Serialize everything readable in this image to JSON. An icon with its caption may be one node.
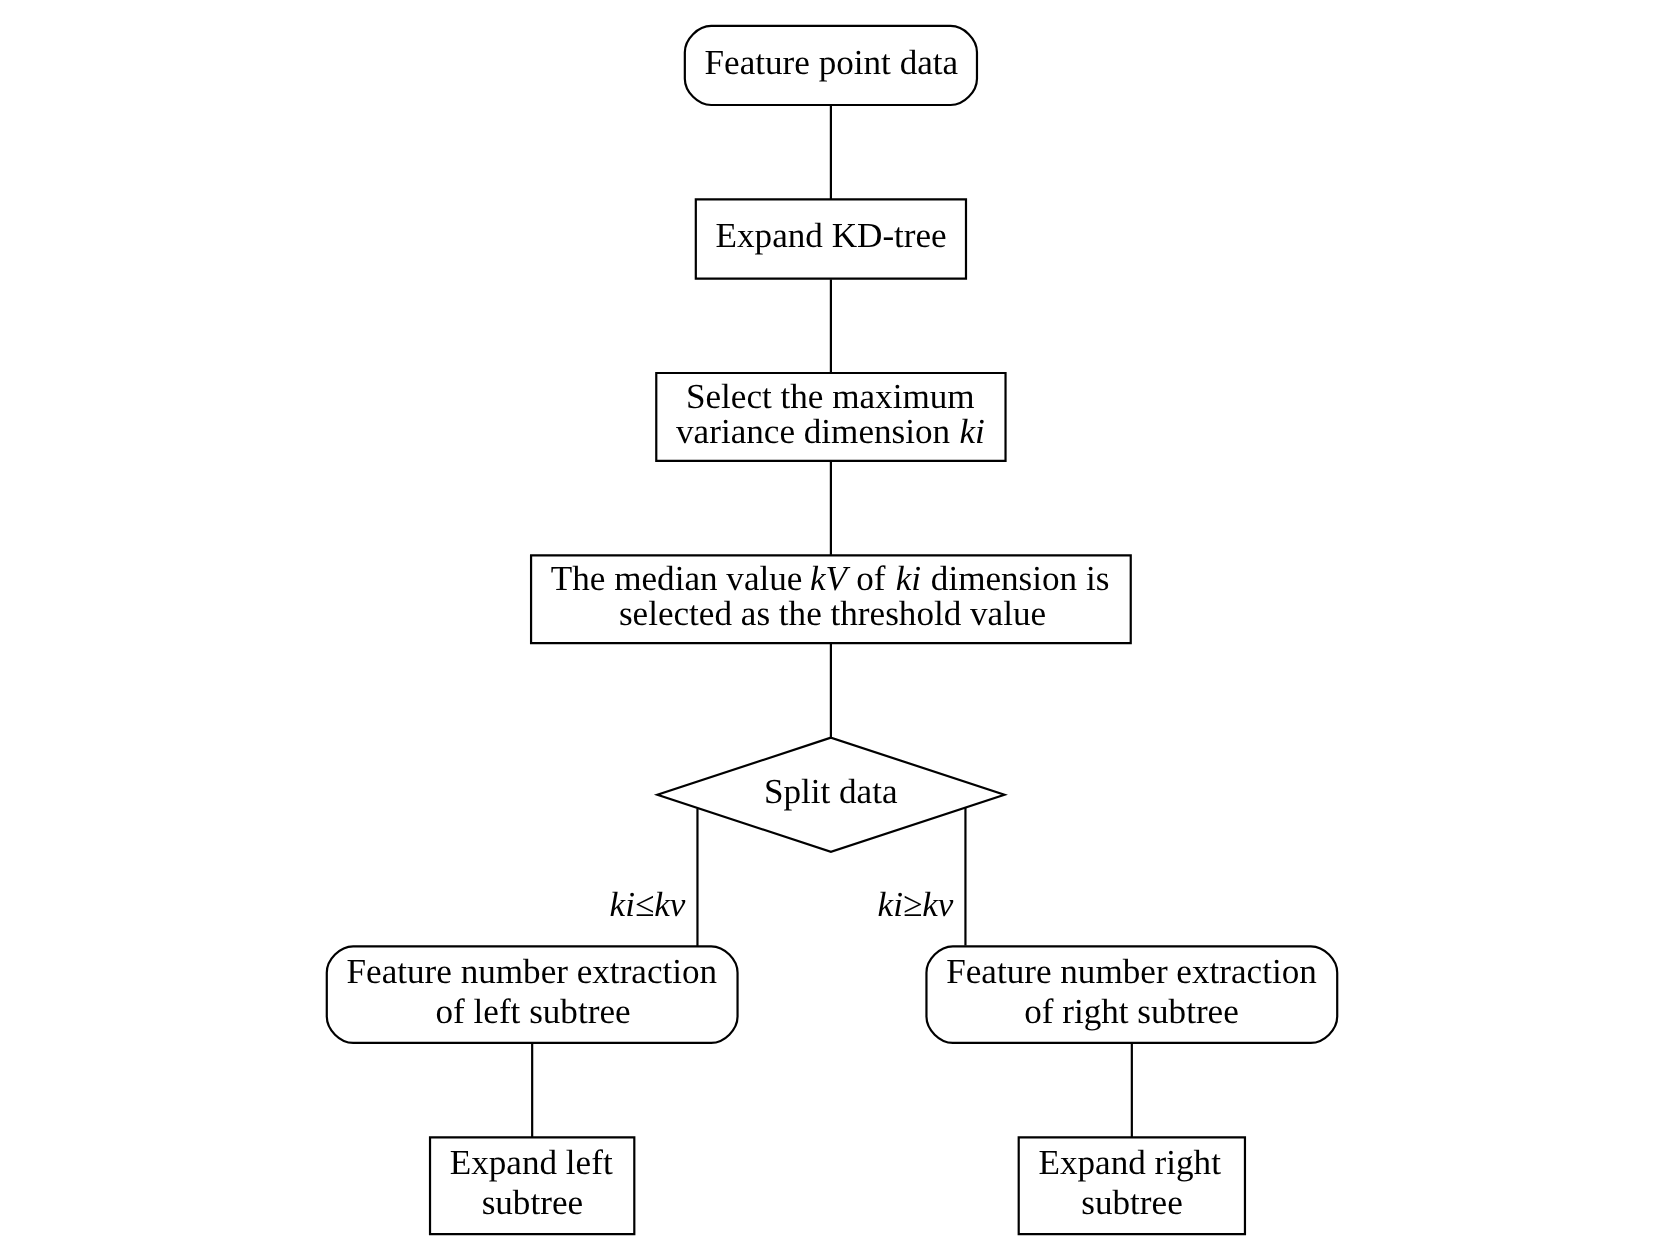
{
  "diagram": {
    "nodes": [
      {
        "text": [
          "Feature point data"
        ]
      },
      {
        "text": [
          "Expand KD-tree"
        ]
      },
      {
        "text": [
          "Select the maximum variance dimension *ki*"
        ]
      },
      {
        "text": [
          "The median value *kV* of *ki* dimension is selected as the threshold value"
        ]
      },
      {
        "text": [
          "Split data"
        ]
      },
      {
        "text": [
          "Feature number extraction of left subtree"
        ]
      },
      {
        "text": [
          "Feature number extraction of right subtree"
        ]
      },
      {
        "text": [
          "Expand left subtree"
        ]
      },
      {
        "text": [
          "Expand right subtree"
        ]
      }
    ],
    "edges": [
      {
        "from": 0,
        "to": 1,
        "arrow": "none"
      },
      {
        "from": 1,
        "to": 2,
        "arrow": "none"
      },
      {
        "from": 2,
        "to": 3,
        "arrow": "none"
      },
      {
        "from": 3,
        "to": 4,
        "arrow": "none"
      },
      {
        "from": 4,
        "to": 5,
        "arrow": "none",
        "label": "ki≤kv"
      },
      {
        "from": 4,
        "to": 6,
        "arrow": "none",
        "label": "ki≥kv"
      },
      {
        "from": 5,
        "to": 7,
        "arrow": "none"
      },
      {
        "from": 6,
        "to": 8,
        "arrow": "none"
      }
    ]
  }
}
